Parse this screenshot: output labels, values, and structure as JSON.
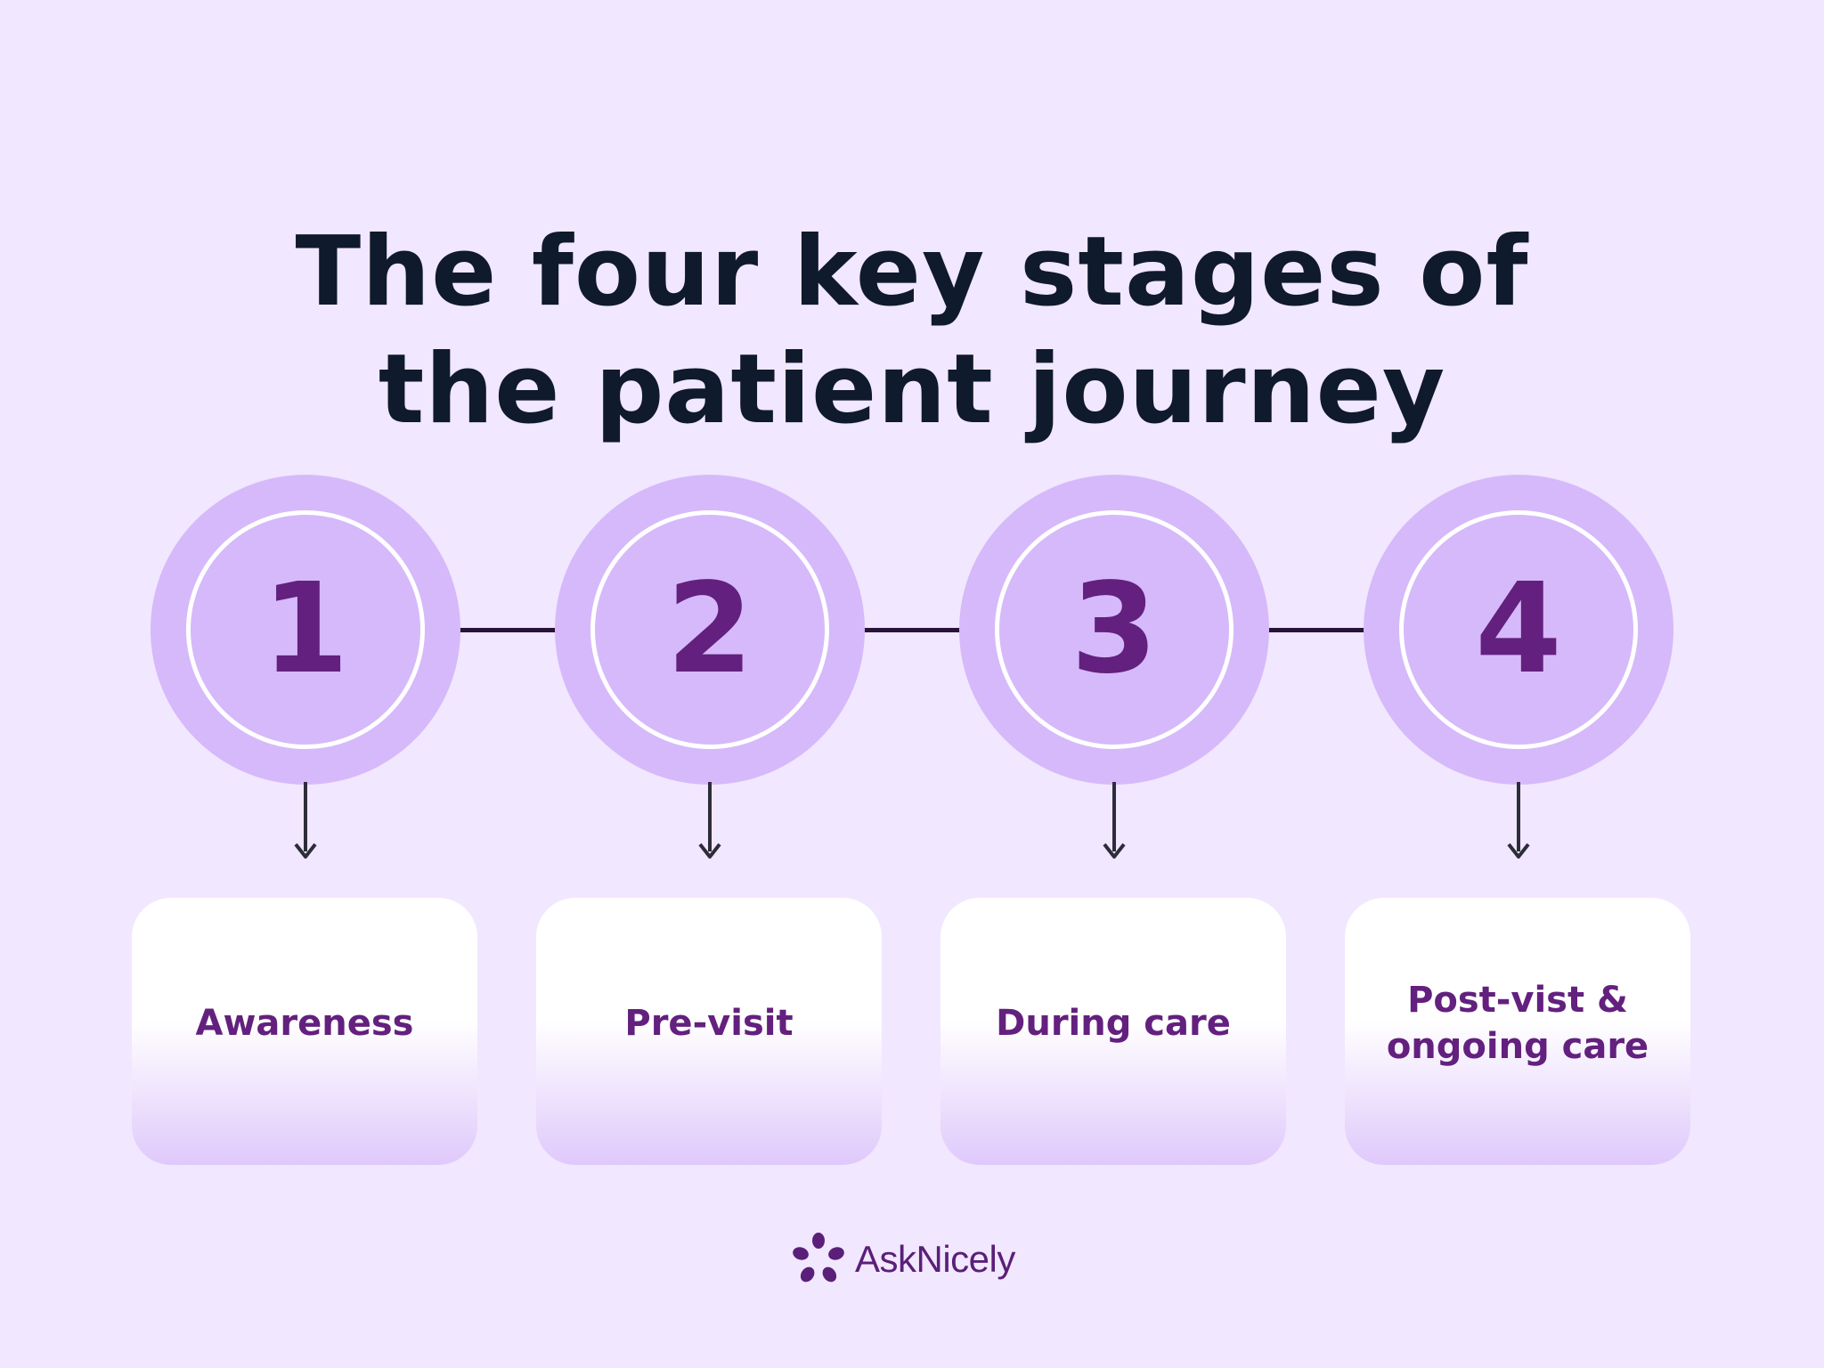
{
  "title": {
    "line1": "The four key stages of",
    "line2": "the patient journey"
  },
  "colors": {
    "background": "#f1e7fe",
    "circle": "#d6b9fa",
    "accent": "#63207e",
    "title": "#0f1a2c"
  },
  "stages": [
    {
      "number": "1",
      "label": "Awareness"
    },
    {
      "number": "2",
      "label": "Pre-visit"
    },
    {
      "number": "3",
      "label": "During care"
    },
    {
      "number": "4",
      "label": "Post-vist & ongoing care"
    }
  ],
  "brand": {
    "name": "AskNicely",
    "icon": "asknicely-star-logo-icon"
  }
}
